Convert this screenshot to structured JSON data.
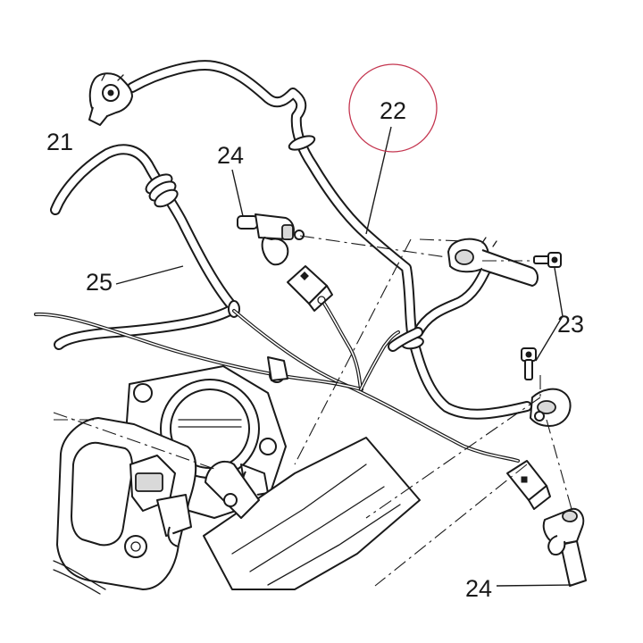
{
  "callouts": {
    "c21": "21",
    "c22": "22",
    "c23": "23",
    "c24_top": "24",
    "c24_bottom": "24",
    "c25": "25"
  },
  "highlight": {
    "target": "22",
    "color": "#c4354f"
  }
}
